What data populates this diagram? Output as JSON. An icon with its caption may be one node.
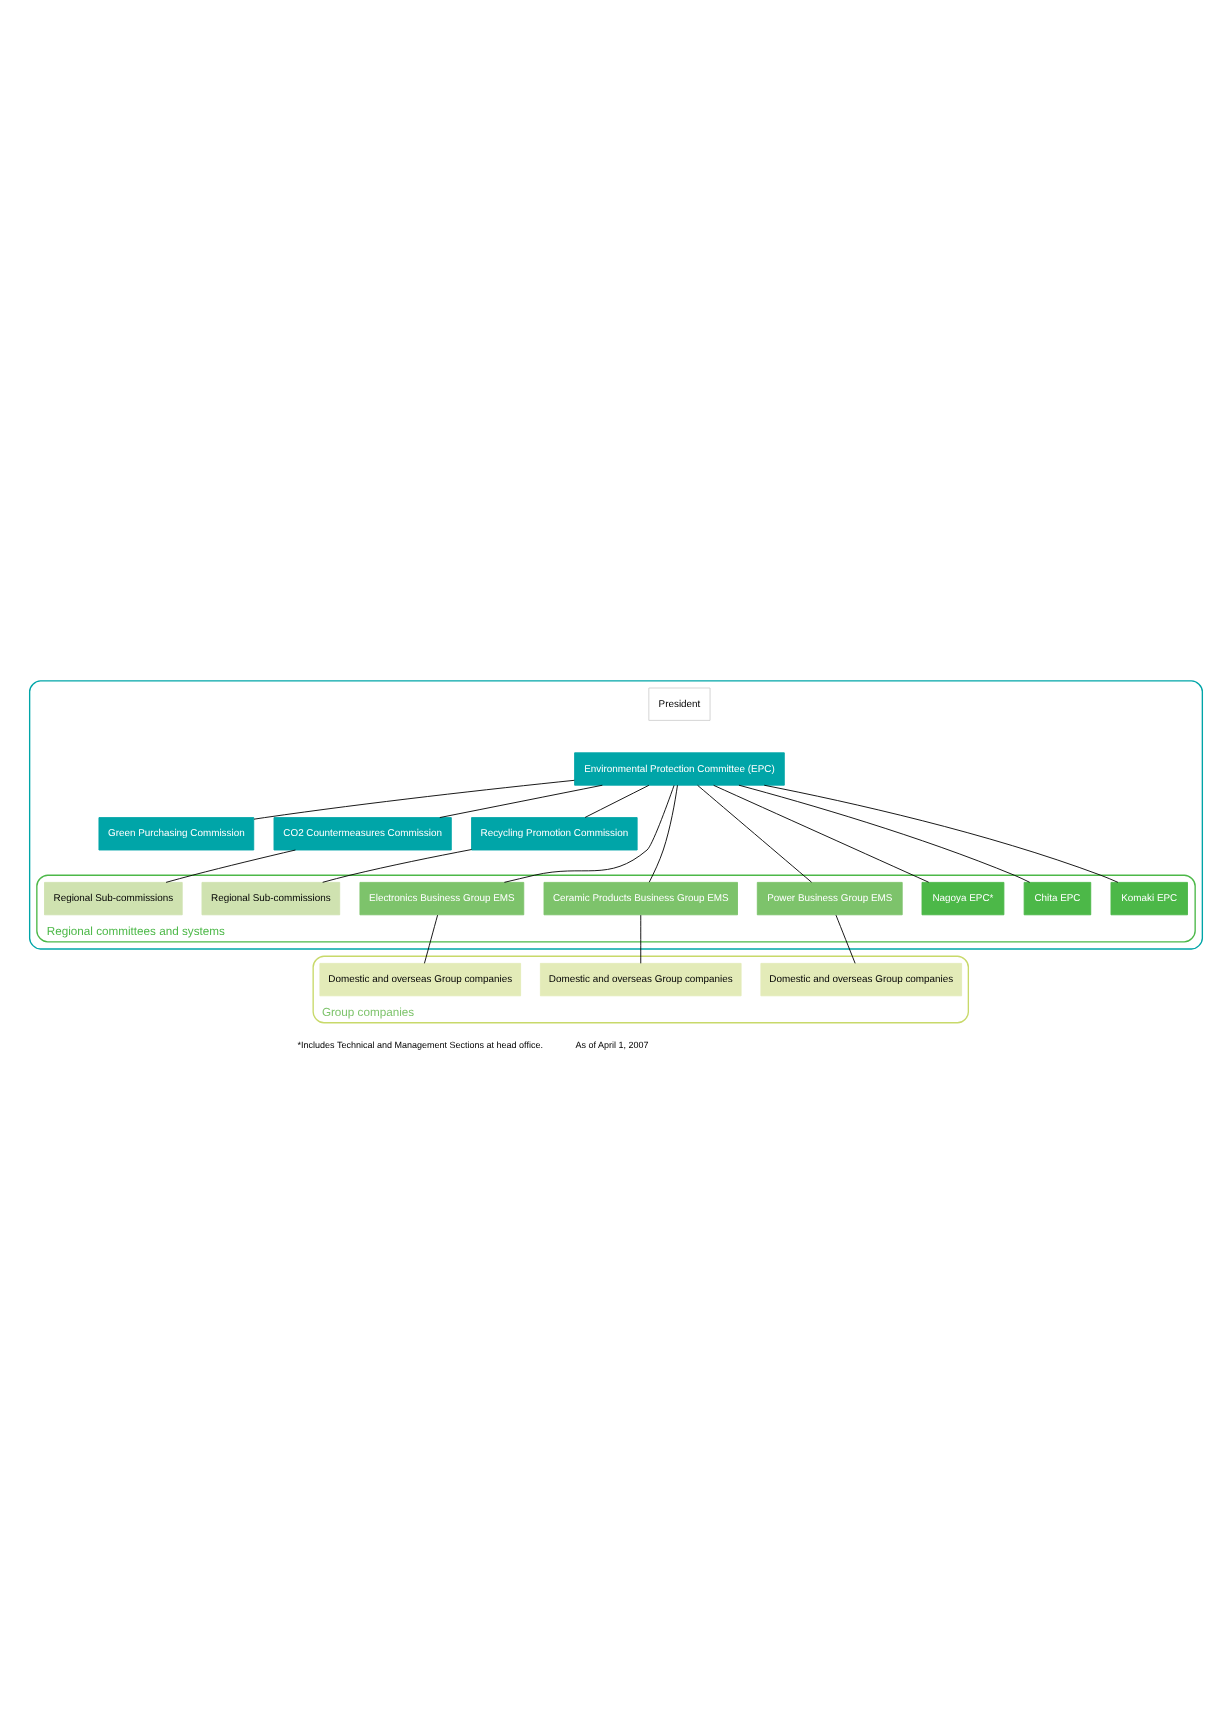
{
  "diagram": {
    "nodes": [
      {
        "text": [],
        "shape": "box"
      },
      {
        "text": [
          "President"
        ],
        "in": 0
      },
      {
        "text": [
          "Environmental Protection Committee (EPC)"
        ],
        "in": 0
      },
      {
        "text": [
          "Green Purchasing Commission"
        ],
        "in": 0
      },
      {
        "text": [
          "CO2 Countermeasures Commission"
        ],
        "in": 0
      },
      {
        "text": [
          "Recycling Promotion Commission"
        ],
        "in": 0
      },
      {
        "text": [
          "Regional committees and systems"
        ],
        "in": 0
      },
      {
        "text": [
          "Regional Sub-commissions"
        ],
        "in": 6
      },
      {
        "text": [
          "Regional Sub-commissions"
        ],
        "in": 6
      },
      {
        "text": [
          "Electronics Business Group EMS"
        ],
        "in": 6
      },
      {
        "text": [
          "Ceramic Products Business Group EMS"
        ],
        "in": 6
      },
      {
        "text": [
          "Power Business Group EMS"
        ],
        "in": 6
      },
      {
        "text": [
          "Nagoya EPC*"
        ],
        "in": 6
      },
      {
        "text": [
          "Chita EPC"
        ],
        "in": 6
      },
      {
        "text": [
          "Komaki EPC"
        ],
        "in": 6
      },
      {
        "text": [
          "Group companies"
        ]
      },
      {
        "text": [
          "Domestic and overseas Group companies"
        ],
        "in": 15
      },
      {
        "text": [
          "Domestic and overseas Group companies"
        ],
        "in": 15
      },
      {
        "text": [
          "Domestic and overseas Group companies"
        ],
        "in": 15
      }
    ],
    "edges": [
      {
        "from": 2,
        "to": 3,
        "arrow": "none"
      },
      {
        "from": 2,
        "to": 4,
        "arrow": "none"
      },
      {
        "from": 2,
        "to": 5,
        "arrow": "none"
      },
      {
        "from": 2,
        "to": 9,
        "arrow": "none"
      },
      {
        "from": 2,
        "to": 10,
        "arrow": "none"
      },
      {
        "from": 2,
        "to": 11,
        "arrow": "none"
      },
      {
        "from": 2,
        "to": 12,
        "arrow": "none"
      },
      {
        "from": 2,
        "to": 13,
        "arrow": "none"
      },
      {
        "from": 2,
        "to": 14,
        "arrow": "none"
      },
      {
        "from": 4,
        "to": 7,
        "arrow": "none"
      },
      {
        "from": 5,
        "to": 8,
        "arrow": "none"
      },
      {
        "from": 9,
        "to": 16,
        "arrow": "none"
      },
      {
        "from": 10,
        "to": 17,
        "arrow": "none"
      },
      {
        "from": 11,
        "to": 18,
        "arrow": "none"
      }
    ],
    "labels": [
      "*Includes Technical and Management Sections at head office.",
      "As of April 1, 2007"
    ]
  }
}
